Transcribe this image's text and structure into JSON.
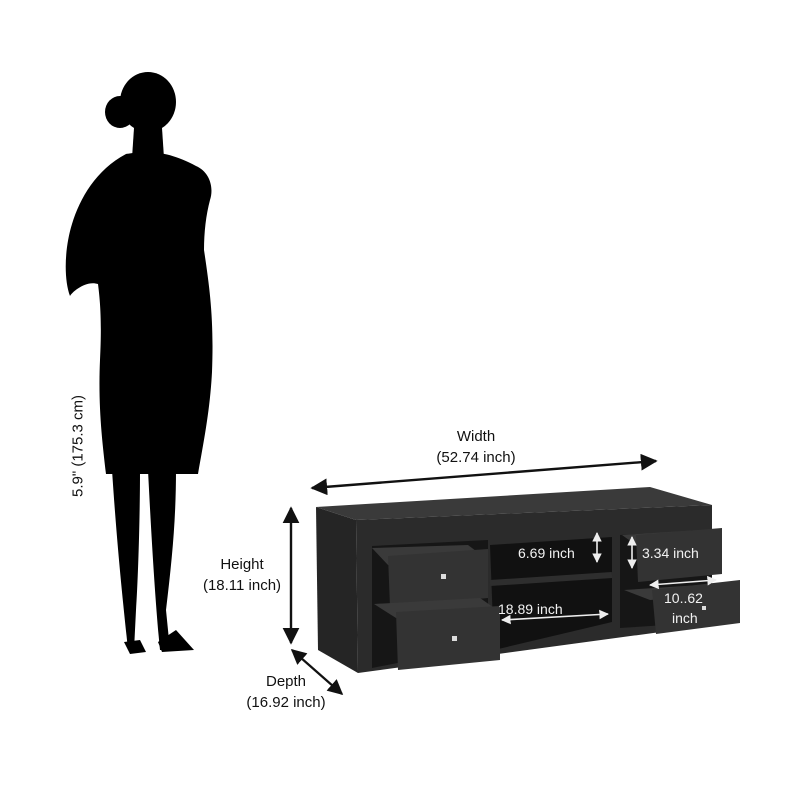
{
  "person_height_label": "5.9\" (175.3 cm)",
  "width": {
    "title": "Width",
    "value": "(52.74 inch)"
  },
  "height": {
    "title": "Height",
    "value": "(18.11 inch)"
  },
  "depth": {
    "title": "Depth",
    "value": "(16.92 inch)"
  },
  "inner_dimensions": {
    "shelf_height": "6.69 inch",
    "drawer_height": "3.34 inch",
    "shelf_width": "18.89 inch",
    "drawer_width_line1": "10..62",
    "drawer_width_line2": "inch"
  },
  "colors": {
    "furniture": "#2b2b2b",
    "drawer_front": "#333333",
    "arrow": "#111111",
    "silhouette": "#000000"
  }
}
